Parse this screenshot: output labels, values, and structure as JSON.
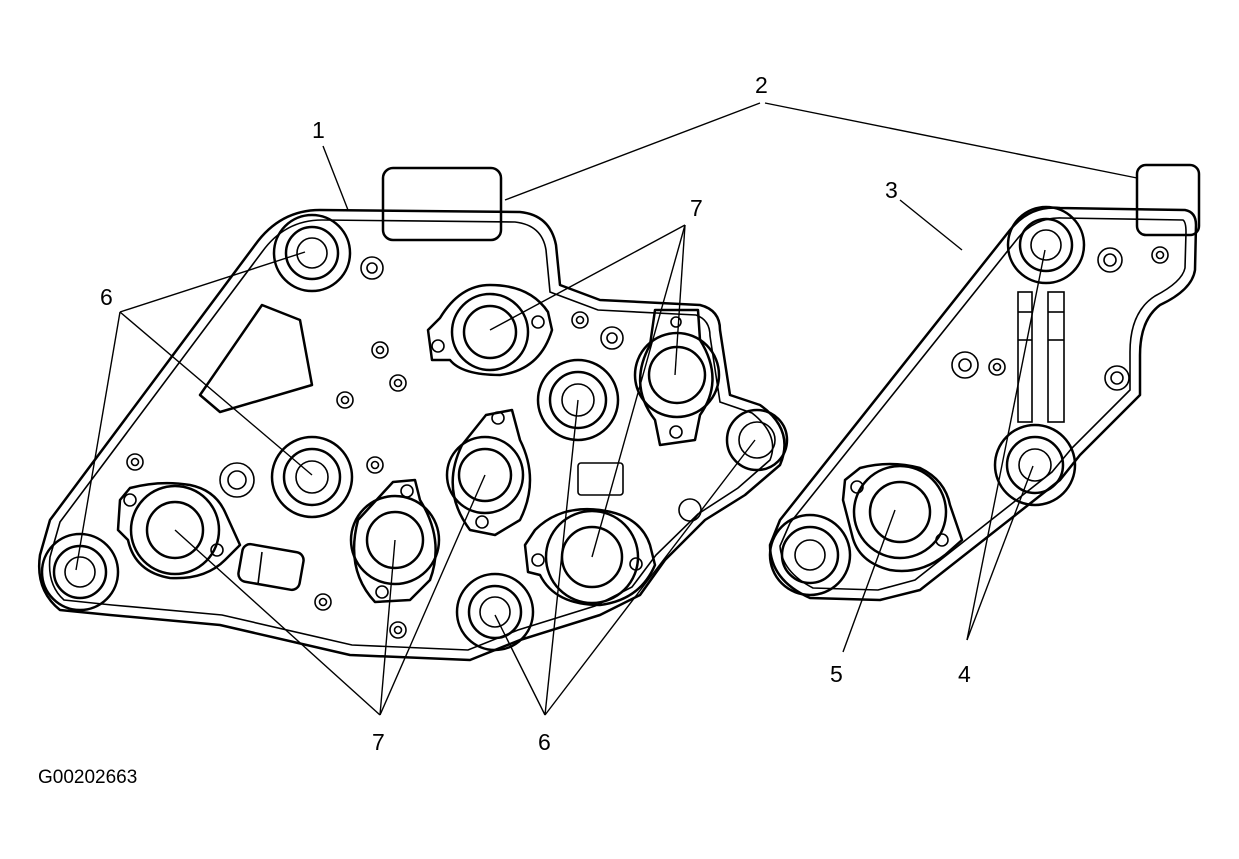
{
  "callouts": {
    "c1": "1",
    "c2": "2",
    "c3": "3",
    "c4": "4",
    "c5": "5",
    "c6_top": "6",
    "c6_bottom": "6",
    "c7_top": "7",
    "c7_bottom": "7"
  },
  "figure_id": "G00202663"
}
